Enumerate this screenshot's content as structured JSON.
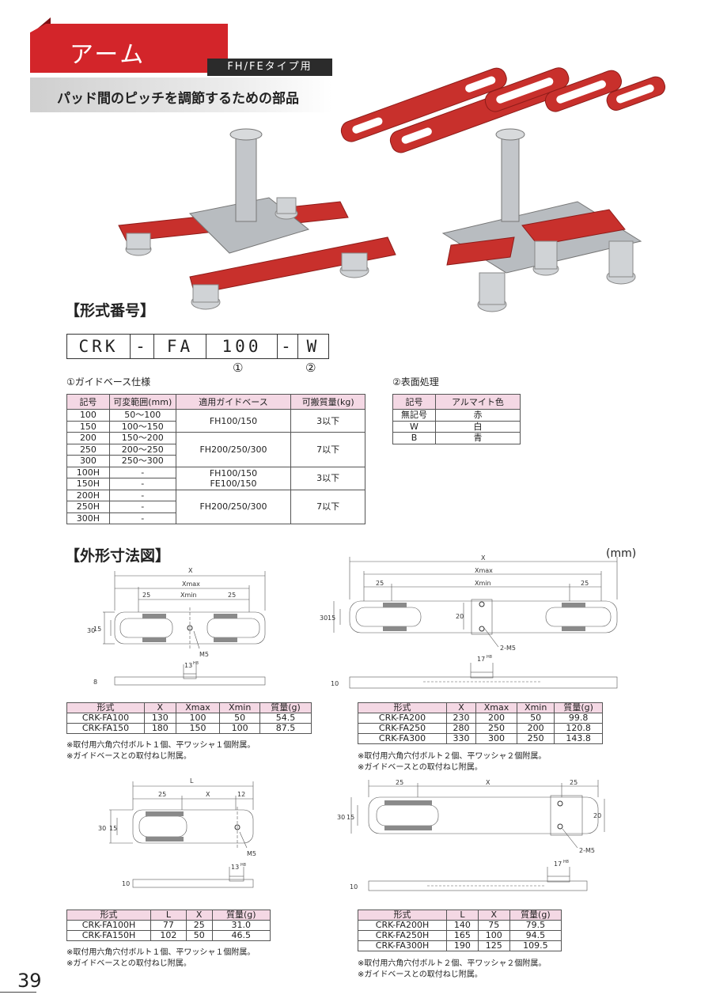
{
  "header": {
    "title": "アーム",
    "type_label": "FH/FEタイプ用",
    "subtitle": "パッド間のピッチを調節するための部品"
  },
  "model_section": {
    "heading": "【形式番号】",
    "code_parts": [
      "CRK",
      "-",
      "FA",
      "100",
      "-",
      "W"
    ],
    "marker_1": "①",
    "marker_2": "②"
  },
  "guide_table": {
    "caption": "①ガイドベース仕様",
    "headers": [
      "記号",
      "可変範囲(mm)",
      "適用ガイドベース",
      "可搬質量(kg)"
    ],
    "codes": [
      "100",
      "150",
      "200",
      "250",
      "300",
      "100H",
      "150H",
      "200H",
      "250H",
      "300H"
    ],
    "ranges": [
      "50～100",
      "100～150",
      "150～200",
      "200～250",
      "250～300",
      "-",
      "-",
      "-",
      "-",
      "-"
    ],
    "groups": [
      {
        "base": "FH100/150",
        "load": "3以下"
      },
      {
        "base": "FH200/250/300",
        "load": "7以下"
      },
      {
        "base": "FH100/150",
        "base2": "FE100/150",
        "load": "3以下"
      },
      {
        "base": "FH200/250/300",
        "load": "7以下"
      }
    ]
  },
  "surface_table": {
    "caption": "②表面処理",
    "headers": [
      "記号",
      "アルマイト色"
    ],
    "rows": [
      [
        "無記号",
        "赤"
      ],
      [
        "W",
        "白"
      ],
      [
        "B",
        "青"
      ]
    ]
  },
  "dimension_section": {
    "heading": "【外形寸法図】",
    "unit": "(mm)"
  },
  "drawings": {
    "d1": {
      "X": "X",
      "Xmax": "Xmax",
      "Xmin": "Xmin",
      "d25a": "25",
      "d25b": "25",
      "d30": "30",
      "d15": "15",
      "hole": "M5",
      "d13": "13",
      "d8": "8"
    },
    "d2": {
      "X": "X",
      "Xmax": "Xmax",
      "Xmin": "Xmin",
      "d25a": "25",
      "d25b": "25",
      "d30": "30",
      "d15": "15",
      "d20": "20",
      "hole": "2-M5",
      "d17": "17",
      "d10": "10"
    },
    "d3": {
      "L": "L",
      "X": "X",
      "d25": "25",
      "d12": "12",
      "d30": "30",
      "d15": "15",
      "hole": "M5",
      "d13": "13",
      "d10": "10"
    },
    "d4": {
      "X": "X",
      "d25a": "25",
      "d25b": "25",
      "d30": "30",
      "d15": "15",
      "d20": "20",
      "hole": "2-M5",
      "d17": "17",
      "d10": "10"
    },
    "tol": "H8"
  },
  "table_fa1": {
    "headers": [
      "形式",
      "X",
      "Xmax",
      "Xmin",
      "質量(g)"
    ],
    "rows": [
      [
        "CRK-FA100",
        "130",
        "100",
        "50",
        "54.5"
      ],
      [
        "CRK-FA150",
        "180",
        "150",
        "100",
        "87.5"
      ]
    ],
    "notes": [
      "※取付用六角穴付ボルト１個、平ワッシャ１個附属。",
      "※ガイドベースとの取付ねじ附属。"
    ]
  },
  "table_fa2": {
    "headers": [
      "形式",
      "X",
      "Xmax",
      "Xmin",
      "質量(g)"
    ],
    "rows": [
      [
        "CRK-FA200",
        "230",
        "200",
        "50",
        "99.8"
      ],
      [
        "CRK-FA250",
        "280",
        "250",
        "200",
        "120.8"
      ],
      [
        "CRK-FA300",
        "330",
        "300",
        "250",
        "143.8"
      ]
    ],
    "notes": [
      "※取付用六角穴付ボルト２個、平ワッシャ２個附属。",
      "※ガイドベースとの取付ねじ附属。"
    ]
  },
  "table_h1": {
    "headers": [
      "形式",
      "L",
      "X",
      "質量(g)"
    ],
    "rows": [
      [
        "CRK-FA100H",
        "77",
        "25",
        "31.0"
      ],
      [
        "CRK-FA150H",
        "102",
        "50",
        "46.5"
      ]
    ],
    "notes": [
      "※取付用六角穴付ボルト１個、平ワッシャ１個附属。",
      "※ガイドベースとの取付ねじ附属。"
    ]
  },
  "table_h2": {
    "headers": [
      "形式",
      "L",
      "X",
      "質量(g)"
    ],
    "rows": [
      [
        "CRK-FA200H",
        "140",
        "75",
        "79.5"
      ],
      [
        "CRK-FA250H",
        "165",
        "100",
        "94.5"
      ],
      [
        "CRK-FA300H",
        "190",
        "125",
        "109.5"
      ]
    ],
    "notes": [
      "※取付用六角穴付ボルト２個、平ワッシャ２個附属。",
      "※ガイドベースとの取付ねじ附属。"
    ]
  },
  "page_number": "39",
  "colors": {
    "accent": "#d3252a",
    "arm_red": "#c8302c",
    "table_header": "#f4d8e4"
  }
}
